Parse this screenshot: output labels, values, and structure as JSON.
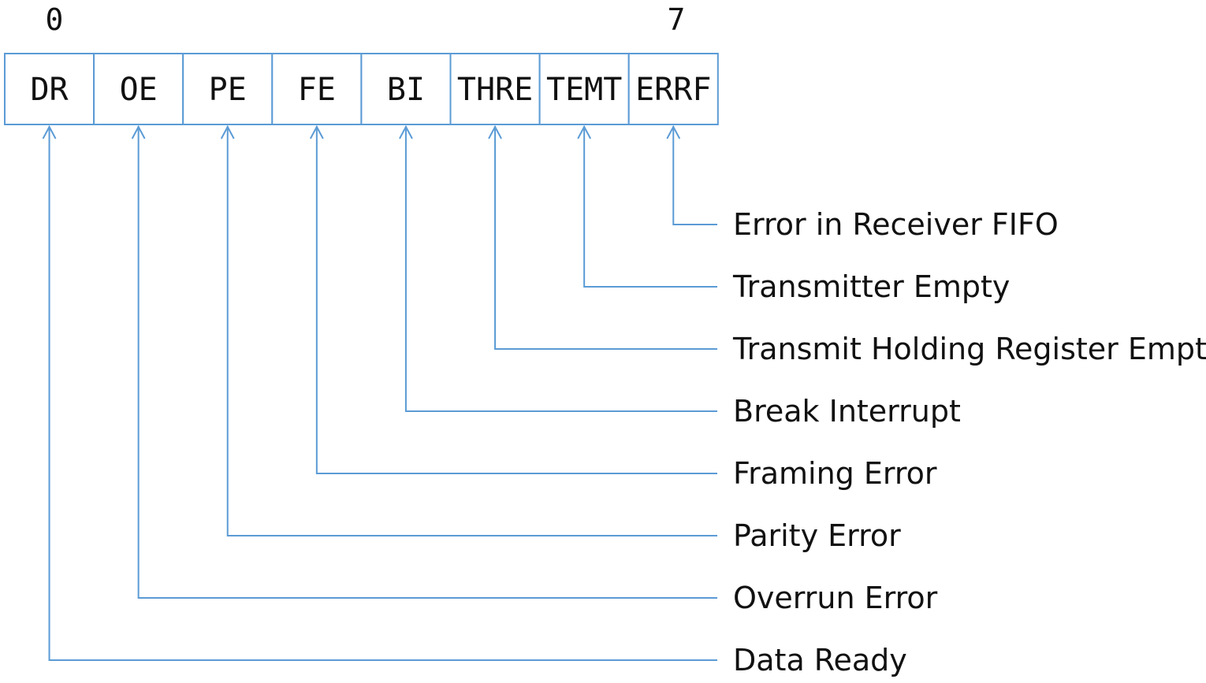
{
  "register": {
    "low_bit_label": "0",
    "high_bit_label": "7",
    "fields": [
      {
        "abbr": "DR",
        "description": "Data Ready"
      },
      {
        "abbr": "OE",
        "description": "Overrun Error"
      },
      {
        "abbr": "PE",
        "description": "Parity Error"
      },
      {
        "abbr": "FE",
        "description": "Framing Error"
      },
      {
        "abbr": "BI",
        "description": "Break Interrupt"
      },
      {
        "abbr": "THRE",
        "description": "Transmit Holding Register Empty"
      },
      {
        "abbr": "TEMT",
        "description": "Transmitter Empty"
      },
      {
        "abbr": "ERRF",
        "description": "Error in Receiver FIFO"
      }
    ]
  },
  "colors": {
    "line": "#5b9bd5",
    "text": "#111111",
    "background": "#ffffff"
  }
}
